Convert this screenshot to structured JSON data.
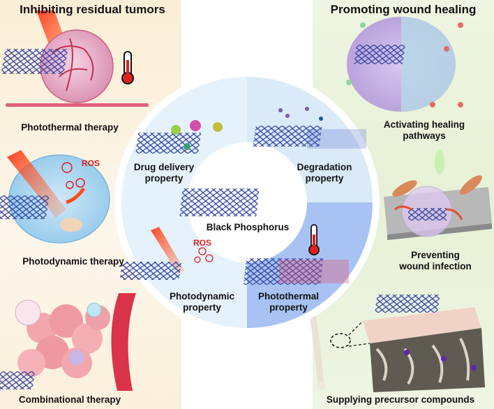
{
  "headers": {
    "left": "Inhibiting residual tumors",
    "right": "Promoting wound healing"
  },
  "left_panels": [
    {
      "label": "Photothermal therapy"
    },
    {
      "label": "Photodynamic therapy"
    },
    {
      "label": "Combinational therapy"
    }
  ],
  "right_panels": [
    {
      "label_l1": "Activating healing",
      "label_l2": "pathways"
    },
    {
      "label_l1": "Preventing",
      "label_l2": "wound infection"
    },
    {
      "label": "Supplying precursor compounds"
    }
  ],
  "center": {
    "title": "Black Phosphorus",
    "quadrants": [
      {
        "l1": "Drug delivery",
        "l2": "property"
      },
      {
        "l1": "Degradation",
        "l2": "property"
      },
      {
        "l1": "Photodynamic",
        "l2": "property"
      },
      {
        "l1": "Photothermal",
        "l2": "property"
      }
    ]
  },
  "ros_label": "ROS",
  "colors": {
    "left_bg": "#fbf0da",
    "right_bg": "#eaf3dc",
    "quad_light": "#dfeefa",
    "quad_dark": "#a9c6f4",
    "bp_blue": "#2d3f9c",
    "ros_red": "#e02020"
  }
}
